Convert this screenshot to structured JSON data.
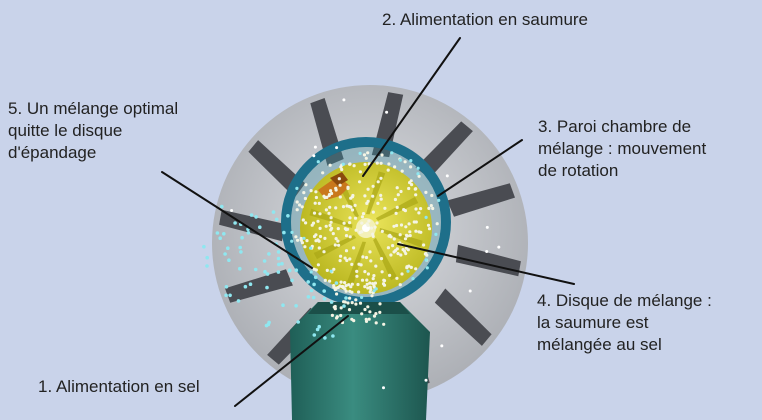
{
  "labels": {
    "salt_feed": "1. Alimentation en sel",
    "brine_feed": "2. Alimentation en saumure",
    "mixing_chamber_wall": "3. Paroi chambre de\nmélange : mouvement\nde rotation",
    "mixing_disc": "4. Disque de mélange :\nla saumure est\nmélangée au sel",
    "optimal_mix": "5. Un mélange optimal\nquitte le disque\nd'épandage"
  },
  "colors": {
    "background": "#c9d3ea",
    "spreading_disc": "#c4c6cb",
    "vanes": "#4a4c52",
    "chamber_ring": "#1e6f8a",
    "mixing_disc": "#d8d12c",
    "chute": "#2c7a70",
    "salt_grain": "#f4f4e4",
    "brine_droplet": "#8fe7f0",
    "brine_nozzle": "#c9781c",
    "leader_line": "#111111"
  }
}
